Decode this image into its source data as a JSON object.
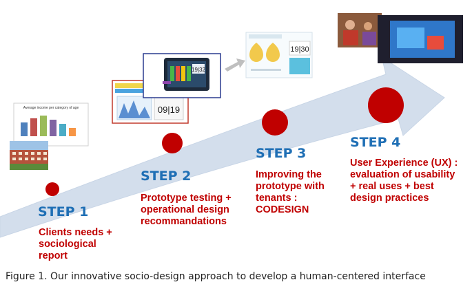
{
  "colors": {
    "arrow": "#d3deec",
    "step_title": "#1f6fb5",
    "step_text": "#c00000",
    "milestone": "#c00000"
  },
  "thumbnail": {
    "income_chart_title": "Average income per category of age",
    "clock_a": "19|32",
    "clock_b": "09|19",
    "clock_c": "19|30"
  },
  "steps": [
    {
      "title": "STEP 1",
      "description": "Clients needs +\nsociological\nreport"
    },
    {
      "title": "STEP 2",
      "description": "Prototype testing +\noperational design\nrecommandations"
    },
    {
      "title": "STEP 3",
      "description": "Improving the\nprototype with\ntenants :\nCODESIGN"
    },
    {
      "title": "STEP 4",
      "description": "User Experience (UX) :\nevaluation of usability\n+ real uses + best\ndesign practices"
    }
  ],
  "caption": "Figure 1. Our innovative socio-design approach to develop a human-centered interface"
}
